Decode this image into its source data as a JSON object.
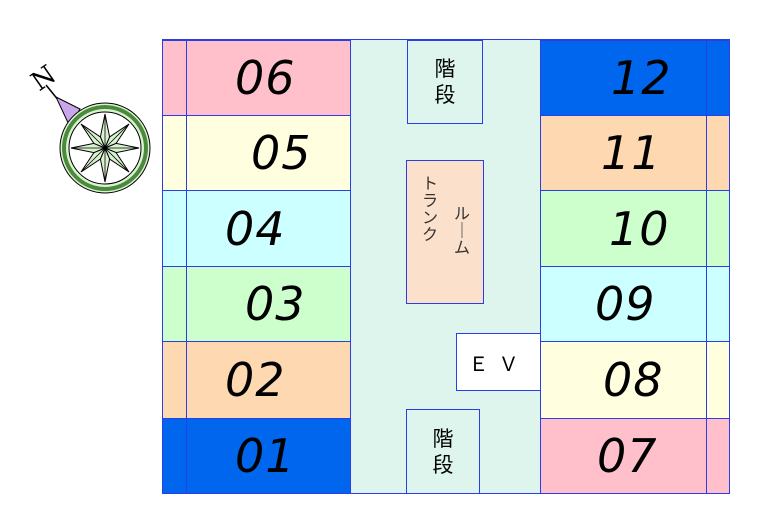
{
  "compass": {
    "north_label": "N",
    "ring_color": "#4b8a3c",
    "fill_color": "#d9f2cf",
    "arrow_color": "#c8a6ec",
    "icon": "compass-rose-icon"
  },
  "colors": {
    "border": "#2a3ee8",
    "corridor": "#ddf5ec",
    "pink": "#ffc0cb",
    "cream": "#ffffe0",
    "light_cyan": "#ccffff",
    "light_green": "#ccffcc",
    "peach": "#fed8b0",
    "blue": "#0066ee",
    "trunk": "#fbe0cc"
  },
  "rooms_left": [
    {
      "number": "06",
      "color": "#ffc0cb"
    },
    {
      "number": "05",
      "color": "#ffffe0"
    },
    {
      "number": "04",
      "color": "#ccffff"
    },
    {
      "number": "03",
      "color": "#ccffcc"
    },
    {
      "number": "02",
      "color": "#fed8b0"
    },
    {
      "number": "01",
      "color": "#0066ee"
    }
  ],
  "rooms_right": [
    {
      "number": "12",
      "color": "#0066ee"
    },
    {
      "number": "11",
      "color": "#fed8b0"
    },
    {
      "number": "10",
      "color": "#ccffcc"
    },
    {
      "number": "09",
      "color": "#ccffff"
    },
    {
      "number": "08",
      "color": "#ffffe0"
    },
    {
      "number": "07",
      "color": "#ffc0cb"
    }
  ],
  "stairs_top": {
    "line1": "階",
    "line2": "段"
  },
  "stairs_bottom": {
    "line1": "階",
    "line2": "段"
  },
  "trunk_room": {
    "col1": "トランク",
    "col2": "ルーム"
  },
  "elevator": {
    "label": "ＥＶ"
  }
}
